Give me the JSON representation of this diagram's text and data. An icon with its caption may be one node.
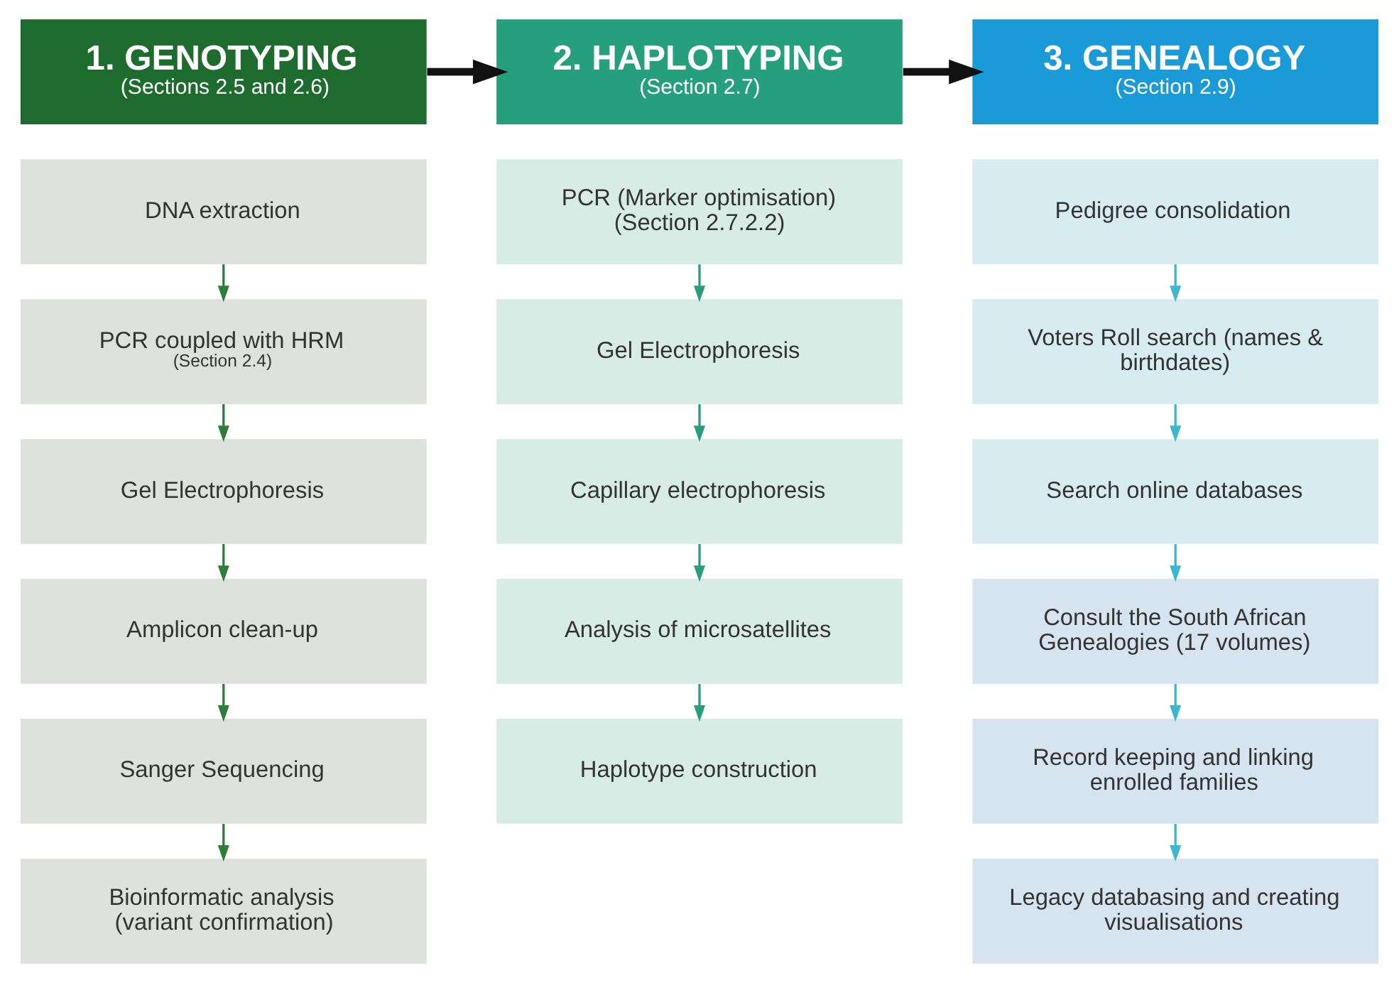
{
  "diagram": {
    "nodes": [
      {
        "text": [
          "1. GENOTYPING",
          "(Sections 2.5 and 2.6)"
        ]
      },
      {
        "text": [
          "2. HAPLOTYPING",
          "(Section 2.7)"
        ]
      },
      {
        "text": [
          "3. GENEALOGY",
          "(Section 2.9)"
        ]
      },
      {
        "text": [
          "DNA extraction"
        ]
      },
      {
        "text": [
          "PCR coupled with HRM",
          "(Section 2.4)"
        ]
      },
      {
        "text": [
          "Gel Electrophoresis"
        ]
      },
      {
        "text": [
          "Amplicon clean-up"
        ]
      },
      {
        "text": [
          "Sanger Sequencing"
        ]
      },
      {
        "text": [
          "Bioinformatic analysis (variant confirmation)"
        ]
      },
      {
        "text": [
          "PCR (Marker optimisation)",
          "(Section 2.7.2.2)"
        ]
      },
      {
        "text": [
          "Gel Electrophoresis"
        ]
      },
      {
        "text": [
          "Capillary electrophoresis"
        ]
      },
      {
        "text": [
          "Analysis of microsatellites"
        ]
      },
      {
        "text": [
          "Haplotype construction"
        ]
      },
      {
        "text": [
          "Pedigree consolidation"
        ]
      },
      {
        "text": [
          "Voters Roll search (names & birthdates)"
        ]
      },
      {
        "text": [
          "Search online databases"
        ]
      },
      {
        "text": [
          "Consult the South African Genealogies (17 volumes)"
        ]
      },
      {
        "text": [
          "Record keeping and linking enrolled families"
        ]
      },
      {
        "text": [
          "Legacy databasing and creating visualisations"
        ]
      }
    ],
    "edges": [
      {
        "from": 0,
        "to": 1,
        "arrow": "to",
        "style": "thick",
        "color": "#111111"
      },
      {
        "from": 1,
        "to": 2,
        "arrow": "to",
        "style": "thick",
        "color": "#111111"
      },
      {
        "from": 3,
        "to": 4,
        "arrow": "to",
        "color": "#2e7d3a"
      },
      {
        "from": 4,
        "to": 5,
        "arrow": "to",
        "color": "#2e7d3a"
      },
      {
        "from": 5,
        "to": 6,
        "arrow": "to",
        "color": "#2e7d3a"
      },
      {
        "from": 6,
        "to": 7,
        "arrow": "to",
        "color": "#2e7d3a"
      },
      {
        "from": 7,
        "to": 8,
        "arrow": "to",
        "color": "#2e7d3a"
      },
      {
        "from": 9,
        "to": 10,
        "arrow": "to",
        "color": "#2a9d7c"
      },
      {
        "from": 10,
        "to": 11,
        "arrow": "to",
        "color": "#2a9d7c"
      },
      {
        "from": 11,
        "to": 12,
        "arrow": "to",
        "color": "#2a9d7c"
      },
      {
        "from": 12,
        "to": 13,
        "arrow": "to",
        "color": "#2a9d7c"
      },
      {
        "from": 14,
        "to": 15,
        "arrow": "to",
        "color": "#3bb8d0"
      },
      {
        "from": 15,
        "to": 16,
        "arrow": "to",
        "color": "#3bb8d0"
      },
      {
        "from": 16,
        "to": 17,
        "arrow": "to",
        "color": "#3bb8d0"
      },
      {
        "from": 17,
        "to": 18,
        "arrow": "to",
        "color": "#3bb8d0"
      },
      {
        "from": 18,
        "to": 19,
        "arrow": "to",
        "color": "#3bb8d0"
      }
    ]
  }
}
